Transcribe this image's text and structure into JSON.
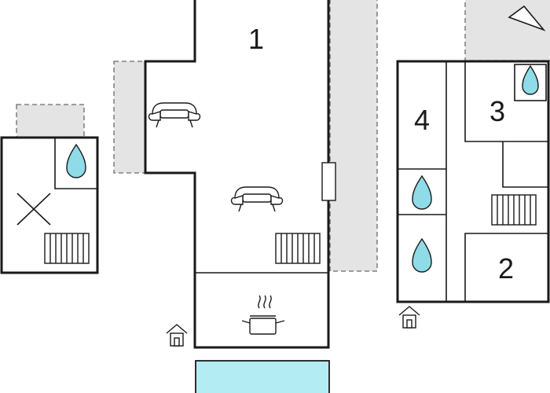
{
  "rooms": {
    "room_1": "1",
    "room_2": "2",
    "room_3": "3",
    "room_4": "4"
  },
  "icons": {
    "sofa": "sofa-icon",
    "radiator": "radiator-icon",
    "water_drop": "water-drop-icon",
    "cooking_pot": "cooking-pot-icon",
    "entrance": "entrance-icon",
    "compass": "compass-arrow-icon",
    "cross": "cross-mark-icon"
  },
  "colors": {
    "wall": "#1a1a1a",
    "terrace": "#e4e4e4",
    "pool": "#b3ecf3",
    "water": "#8fdbe8"
  }
}
